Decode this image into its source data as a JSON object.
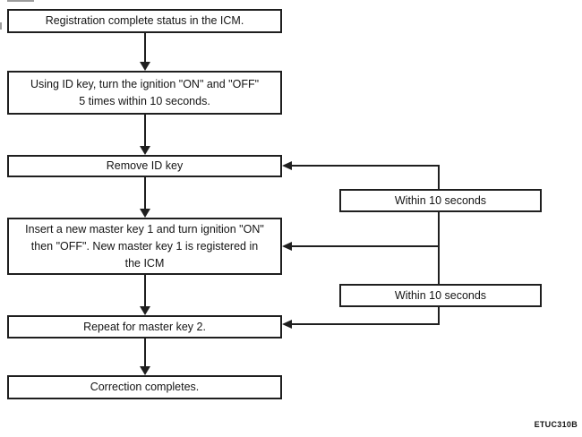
{
  "figure": {
    "code": "ETUC310B"
  },
  "colors": {
    "line": "#1f1f1f",
    "text": "#141414",
    "background": "#ffffff",
    "box-fill": "#ffffff"
  },
  "flowchart": {
    "nodes": [
      {
        "id": "registration-complete",
        "lines": [
          "Registration complete status in the ICM."
        ]
      },
      {
        "id": "ignition-on-off-5-times",
        "lines": [
          "Using ID key, turn the ignition \"ON\" and \"OFF\"",
          "5 times within 10 seconds."
        ]
      },
      {
        "id": "remove-id-key",
        "lines": [
          "Remove ID key"
        ]
      },
      {
        "id": "insert-master-key-1",
        "lines": [
          "Insert a new master key 1 and turn ignition \"ON\"",
          "then \"OFF\". New master key 1 is registered in",
          "the ICM"
        ]
      },
      {
        "id": "repeat-master-key-2",
        "lines": [
          "Repeat for master key 2."
        ]
      },
      {
        "id": "correction-completes",
        "lines": [
          "Correction completes."
        ]
      }
    ],
    "timing_labels": [
      {
        "id": "within-10-seconds-1",
        "label": "Within 10 seconds"
      },
      {
        "id": "within-10-seconds-2",
        "label": "Within 10 seconds"
      }
    ]
  }
}
